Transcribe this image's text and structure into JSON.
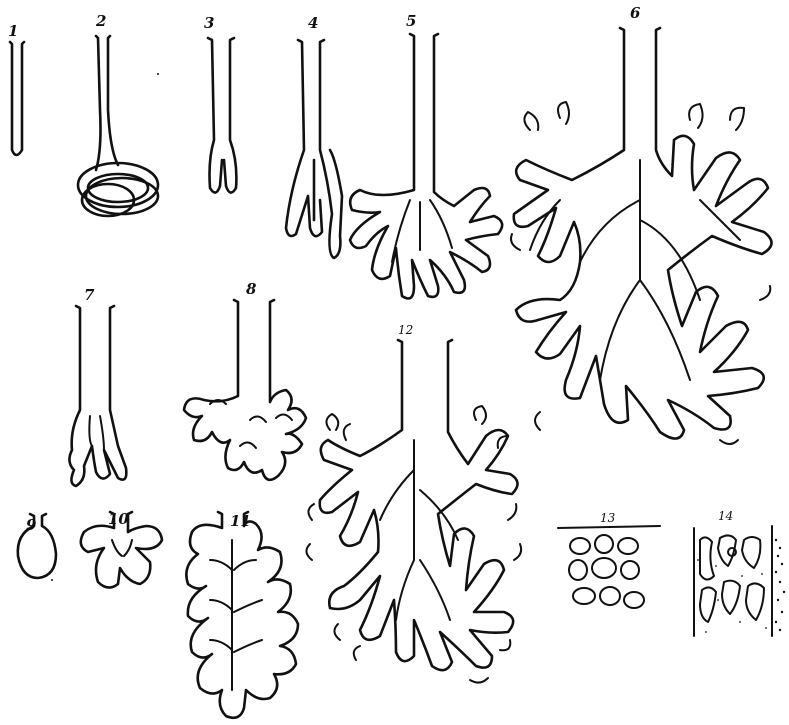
{
  "figure_numbers": [
    "1",
    "2",
    "3",
    "4",
    "5",
    "6",
    "7",
    "8",
    "9",
    "10",
    "11",
    "12",
    "13",
    "14"
  ]
}
